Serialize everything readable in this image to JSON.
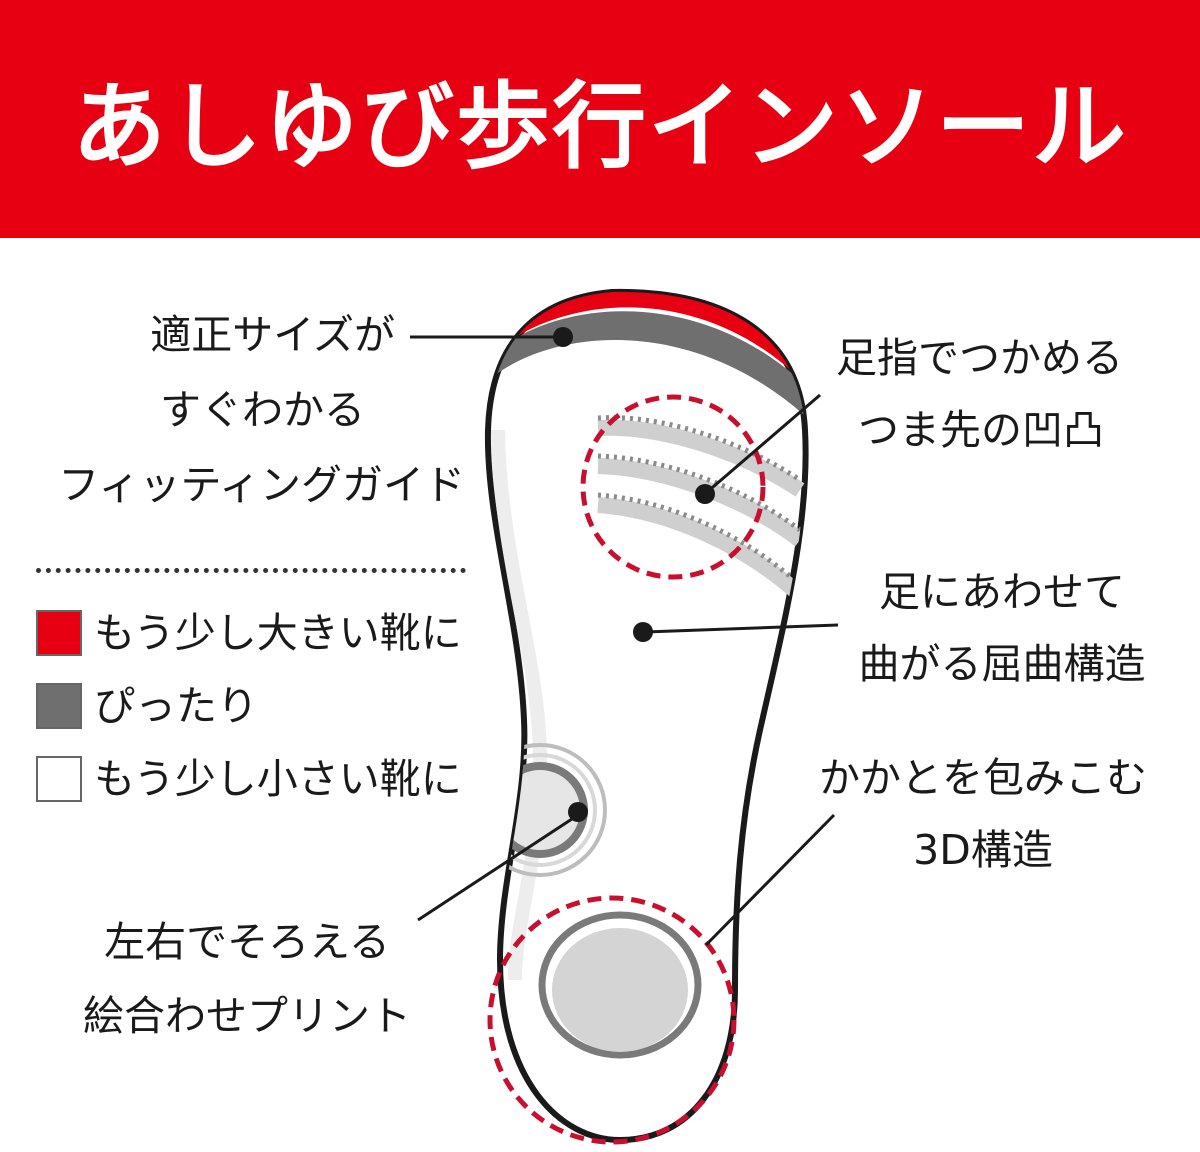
{
  "title": "あしゆび歩行インソール",
  "colors": {
    "brand_red": "#e60012",
    "gray": "#6f6f6f",
    "white": "#ffffff"
  },
  "callouts": {
    "fitting_guide": [
      "適正サイズが",
      "すぐわかる",
      "フィッティングガイド"
    ],
    "toe_grip": [
      "足指でつかめる",
      "つま先の凹凸"
    ],
    "flex": [
      "足にあわせて",
      "曲がる屈曲構造"
    ],
    "heel": [
      "かかとを包みこむ",
      "3D構造"
    ],
    "print": [
      "左右でそろえる",
      "絵合わせプリント"
    ]
  },
  "legend": [
    {
      "color": "#e60012",
      "label": "もう少し大きい靴に"
    },
    {
      "color": "#6f6f6f",
      "label": "ぴったり"
    },
    {
      "color": "#ffffff",
      "label": "もう少し小さい靴に"
    }
  ]
}
